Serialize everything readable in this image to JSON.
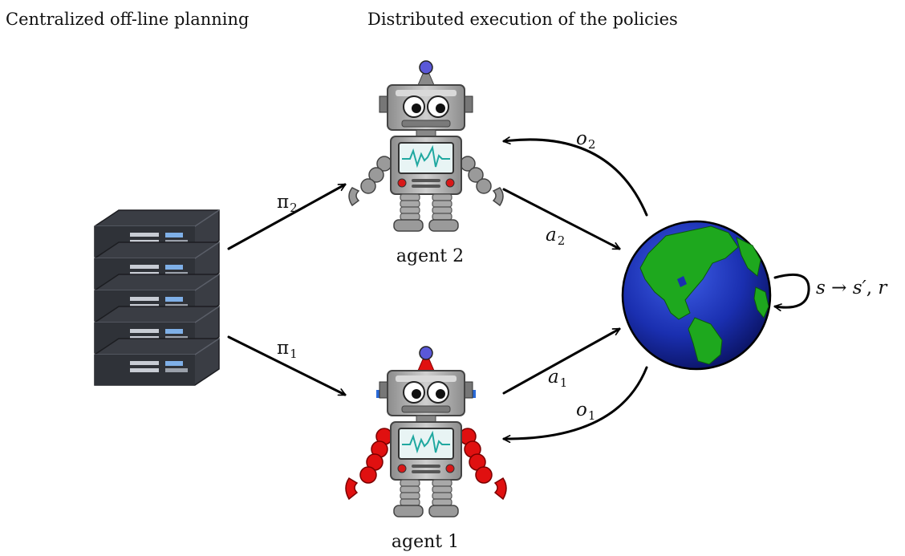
{
  "headings": {
    "left": "Centralized off-line planning",
    "right": "Distributed execution of the policies"
  },
  "agents": [
    {
      "name": "agent 2",
      "arm_color": "#9a9a9a",
      "antenna_color": "#8a8a8a"
    },
    {
      "name": "agent 1",
      "arm_color": "#e01010",
      "antenna_color": "#e01010"
    }
  ],
  "labels": {
    "pi2": {
      "symbol": "π",
      "subscript": "2"
    },
    "pi1": {
      "symbol": "π",
      "subscript": "1"
    },
    "a2": {
      "symbol": "a",
      "subscript": "2"
    },
    "a1": {
      "symbol": "a",
      "subscript": "1"
    },
    "o2": {
      "symbol": "o",
      "subscript": "2"
    },
    "o1": {
      "symbol": "o",
      "subscript": "1"
    },
    "transition": {
      "from": "s",
      "arrow": "→",
      "to": "s′",
      "sep": ",",
      "reward": "r"
    }
  },
  "colors": {
    "ocean": "#1a2fb0",
    "land": "#1ea81e",
    "server": "#3a3d44",
    "arrow": "#000000"
  },
  "icons": [
    "server-icon",
    "robot-icon",
    "globe-icon"
  ]
}
